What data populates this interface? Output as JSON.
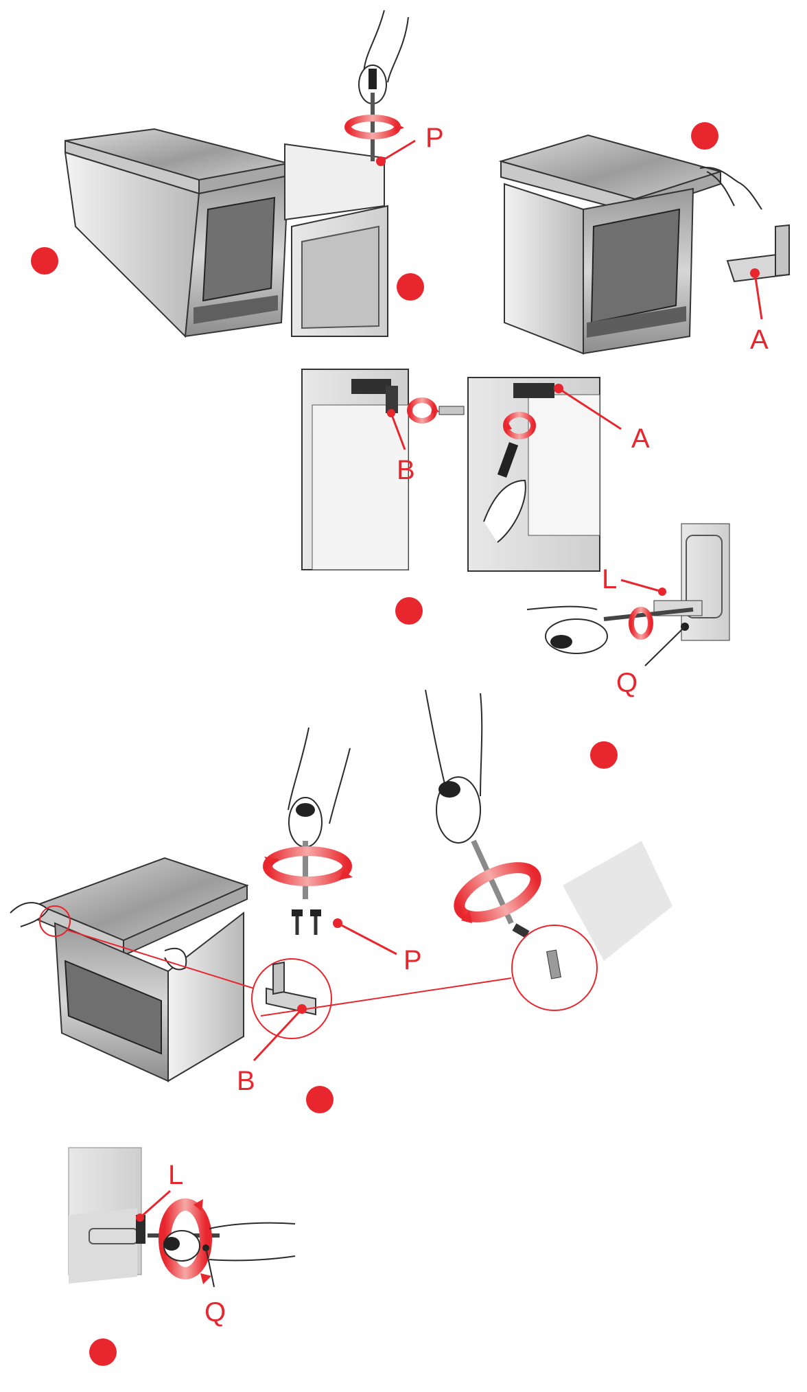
{
  "accent_color": "#e8262d",
  "line_color": "#2b2b2b",
  "labels": {
    "P_top": "P",
    "A_right": "A",
    "A_middle": "A",
    "B_middle": "B",
    "L_right": "L",
    "Q_right": "Q",
    "P_lower": "P",
    "B_lower": "B",
    "L_bottom": "L",
    "Q_bottom": "Q"
  },
  "icons": {
    "step_marker": "red-dot-icon",
    "rotation": "rotate-arrow-icon",
    "tool": "screwdriver-icon",
    "hand": "hand-icon"
  }
}
